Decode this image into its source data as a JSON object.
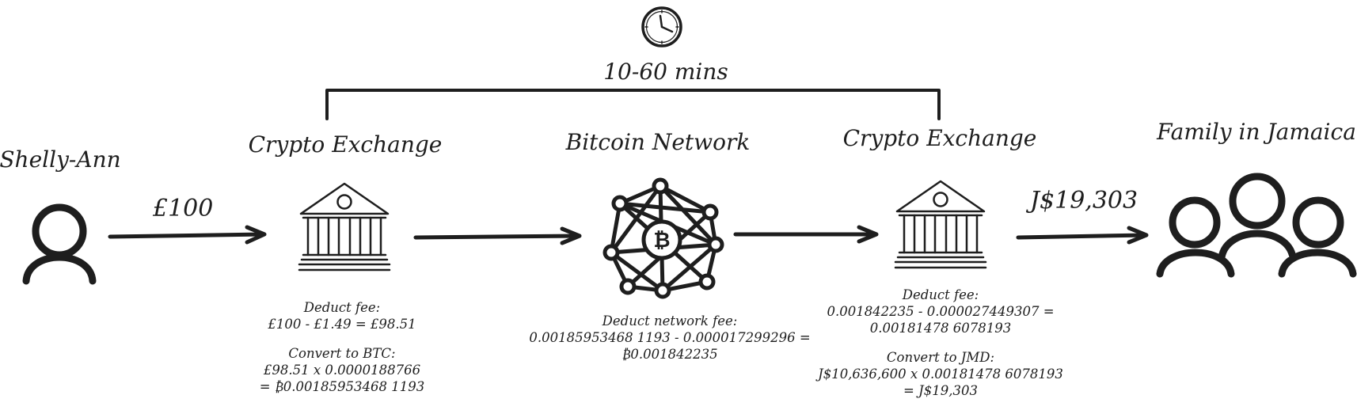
{
  "timeframe": {
    "icon": "clock-icon",
    "label": "10-60 mins"
  },
  "nodes": {
    "sender": {
      "title": "Shelly-Ann",
      "icon": "person-icon"
    },
    "exchange_uk": {
      "title": "Crypto Exchange",
      "icon": "bank-icon",
      "notes": [
        "Deduct fee:",
        "£100 - £1.49 = £98.51",
        "",
        "Convert to BTC:",
        "£98.51 x 0.0000188766",
        "= ₿0.00185953468 1193"
      ]
    },
    "network": {
      "title": "Bitcoin Network",
      "icon": "bitcoin-network-icon",
      "notes": [
        "Deduct network fee:",
        "0.00185953468 1193 - 0.000017299296 =",
        "₿0.001842235"
      ]
    },
    "exchange_jm": {
      "title": "Crypto Exchange",
      "icon": "bank-icon",
      "notes": [
        "Deduct fee:",
        "0.001842235 - 0.000027449307 =",
        "0.00181478 6078193",
        "",
        "Convert to JMD:",
        "J$10,636,600 x 0.00181478 6078193",
        "= J$19,303"
      ]
    },
    "recipient": {
      "title": "Family in Jamaica",
      "icon": "group-icon"
    }
  },
  "transfers": {
    "sent_amount": "£100",
    "received_amount": "J$19,303"
  }
}
